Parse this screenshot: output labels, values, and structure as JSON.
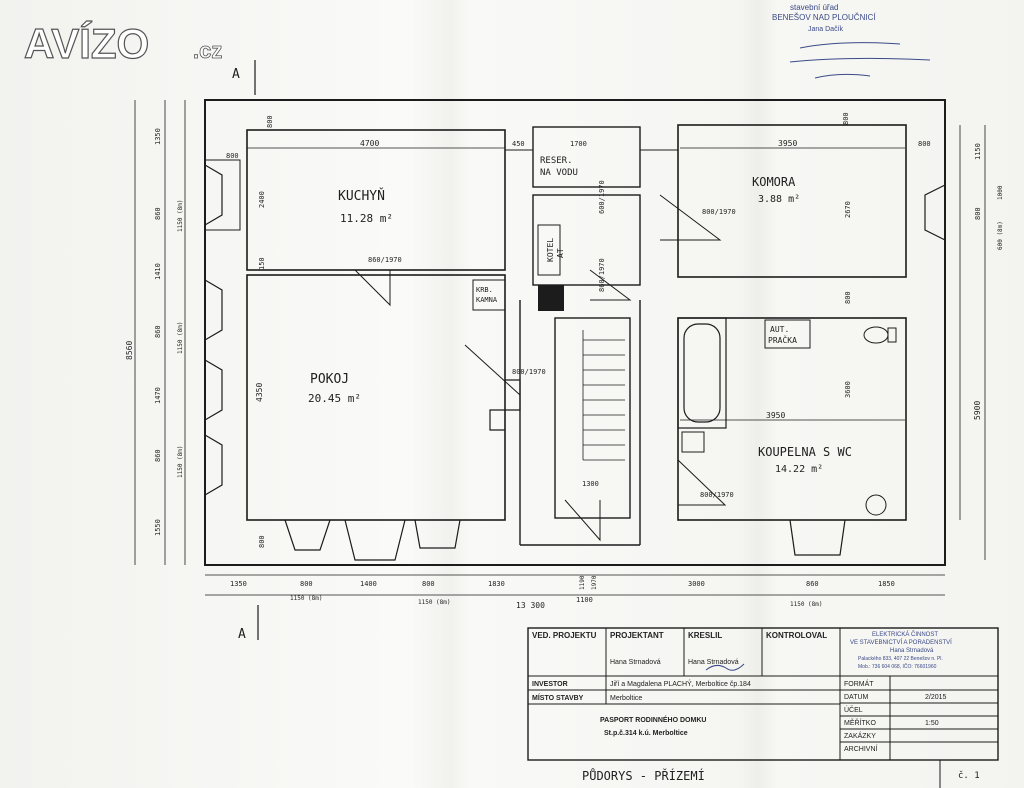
{
  "logo": {
    "brand": "AVÍZO",
    "tld": ".cz"
  },
  "rooms": {
    "kuchyn": {
      "name": "KUCHYŇ",
      "area": "11.28 m²"
    },
    "pokoj": {
      "name": "POKOJ",
      "area": "20.45 m²"
    },
    "komora": {
      "name": "KOMORA",
      "area": "3.88 m²"
    },
    "koupelna": {
      "name": "KOUPELNA S WC",
      "area": "14.22 m²"
    },
    "reser_1": "RESER.",
    "reser_2": "NA VODU",
    "kotel_1": "KOTEL",
    "kotel_2": "AT",
    "krb_1": "KRB.",
    "krb_2": "KAMNA",
    "pracka_1": "AUT.",
    "pracka_2": "PRAČKA"
  },
  "dims": {
    "top_4700": "4700",
    "top_450": "450",
    "top_1700": "1700",
    "top_3950": "3950",
    "top_800r": "800",
    "k_2400": "2400",
    "k_800": "800",
    "k_150": "150",
    "p_4350": "4350",
    "p_800": "800",
    "door_860_1970_a": "860/1970",
    "door_800_1970_a": "800/1970",
    "door_600_1970": "600/1970",
    "door_800_1970_b": "800/1970",
    "door_800_1970_c": "800/1970",
    "door_860_1970_b": "860/1970",
    "c_1300": "1300",
    "c_3950": "3950",
    "c_2670": "2670",
    "c_800": "800",
    "c_3600": "3600",
    "left_1350a": "1350",
    "left_860a": "860",
    "left_1150a": "1150 (8m)",
    "left_1410": "1410",
    "left_860b": "860",
    "left_1150b": "1150 (8m)",
    "left_1470": "1470",
    "left_860c": "860",
    "left_1150c": "1150 (8m)",
    "left_1550": "1550",
    "left_8560": "8560",
    "left_800": "800",
    "right_1150": "1150",
    "right_800": "800",
    "right_1000": "1000",
    "right_600": "600 (8m)",
    "right_5900": "5900",
    "right_800b": "800",
    "bot_1350": "1350",
    "bot_800a": "800",
    "bot_1400": "1400",
    "bot_800b": "800",
    "bot_1830": "1830",
    "bot_3000": "3000",
    "bot_860": "860",
    "bot_1850": "1850",
    "bot_1150a": "1150 (8m)",
    "bot_1150b": "1150 (8m)",
    "bot_1100": "1100",
    "bot_1150c": "1150 (8m)",
    "bot_13300": "13 300",
    "bot_1190": "1190",
    "bot_1970": "1970"
  },
  "section": {
    "top": "A",
    "bottom": "A"
  },
  "titleblock": {
    "ved_projektu": "VED. PROJEKTU",
    "projektant": "PROJEKTANT",
    "kreslil": "KRESLIL",
    "kontroloval": "KONTROLOVAL",
    "projektant_name": "Hana Strnadová",
    "kreslil_name": "Hana Strnadová",
    "investor_label": "INVESTOR",
    "investor_value": "Jiří a Magdalena PLACHÝ, Merboltice čp.184",
    "misto_label": "MÍSTO STAVBY",
    "misto_value": "Merboltice",
    "project_title": "PASPORT RODINNÉHO DOMKU",
    "project_sub": "St.p.č.314 k.ú. Merboltice",
    "format_label": "FORMÁT",
    "datum_label": "DATUM",
    "datum_value": "2/2015",
    "ucel_label": "ÚČEL",
    "meritko_label": "MĚŘÍTKO",
    "meritko_value": "1:50",
    "zakazky_label": "ZAKÁZKY",
    "archivni_label": "ARCHIVNÍ",
    "drawing_title": "PŮDORYS - PŘÍZEMÍ",
    "sheet_no": "č. 1"
  },
  "stamp_right": {
    "l1": "ELEKTRICKÁ ČINNOST",
    "l2": "VE STAVEBNICTVÍ A PORADENSTVÍ",
    "l3": "Hana Strnadová",
    "l4": "Palackého 833, 407 22 Benešov n. Pl.",
    "l5": "Mob.: 736 604 068, IČO: 76601960"
  },
  "stamp_top": {
    "l1": "stavební úřad",
    "l2": "BENEŠOV NAD PLOUČNICÍ",
    "l3": "Jana Dačík"
  },
  "colors": {
    "ink": "#1c1c1c",
    "stamp": "#3b4a88",
    "paper": "#f4f4f2"
  }
}
